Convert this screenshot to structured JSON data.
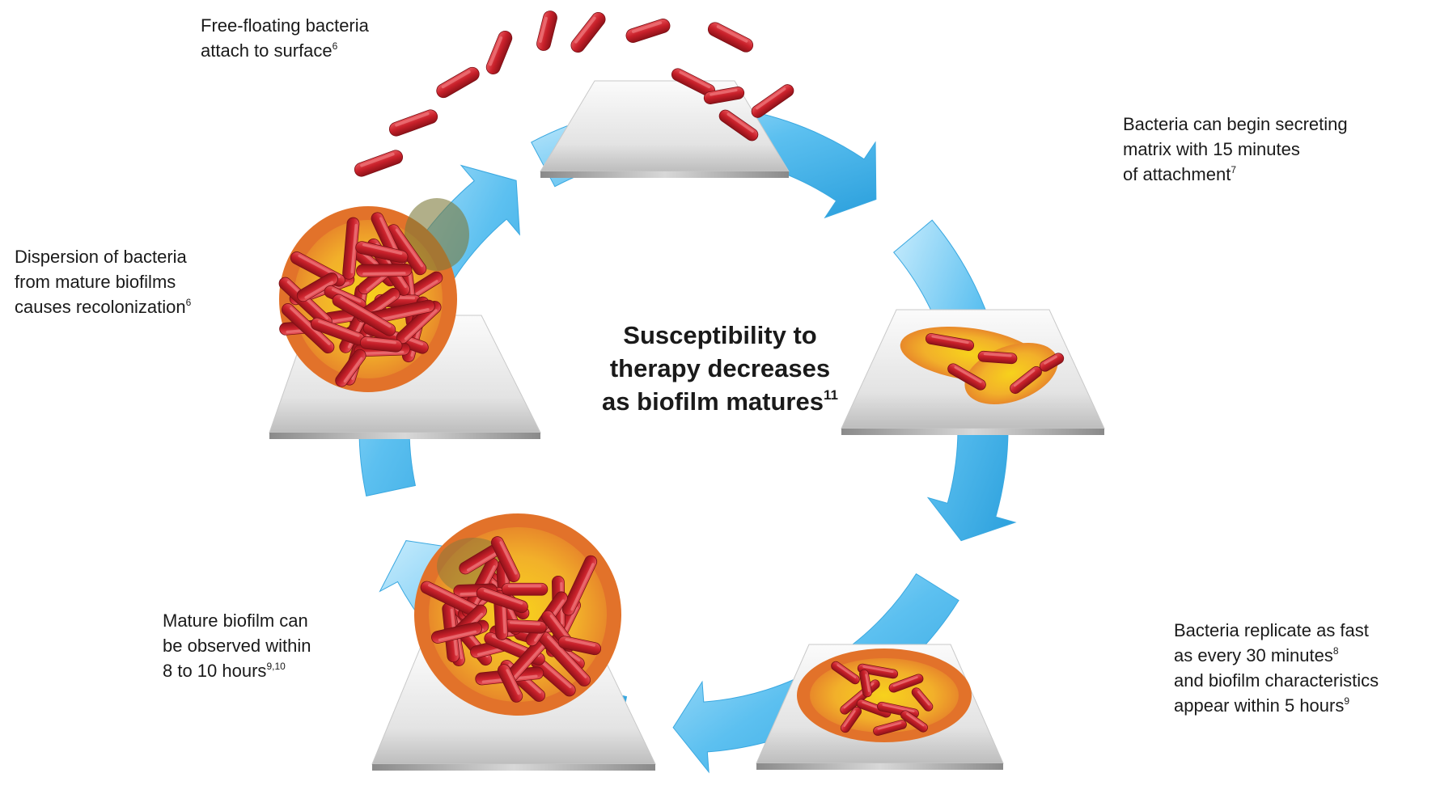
{
  "center": {
    "line1": "Susceptibility to",
    "line2": "therapy decreases",
    "line3": "as biofilm matures",
    "ref": "11"
  },
  "stages": {
    "attach": {
      "line1": "Free-floating bacteria",
      "line2": "attach to surface",
      "ref": "6"
    },
    "secrete": {
      "line1": "Bacteria can begin secreting",
      "line2": "matrix with 15 minutes",
      "line3": "of attachment",
      "ref": "7"
    },
    "replicate": {
      "line1": "Bacteria replicate as fast",
      "line2": "as every 30 minutes",
      "ref2": "8",
      "line3": "and biofilm characteristics",
      "line4": "appear within 5 hours",
      "ref4": "9"
    },
    "mature": {
      "line1": "Mature biofilm can",
      "line2": "be observed within",
      "line3": "8 to 10 hours",
      "ref": "9,10"
    },
    "dispersion": {
      "line1": "Dispersion of bacteria",
      "line2": "from mature biofilms",
      "line3": "causes recolonization",
      "ref": "6"
    }
  },
  "colors": {
    "arrow_light": "#bfe6fb",
    "arrow_mid": "#5cc0f0",
    "arrow_dark": "#2a9fdc",
    "bacteria": "#c8202a",
    "bacteria_highlight": "#e8545a",
    "matrix_outer": "#e98a2c",
    "matrix_inner": "#f7d21c",
    "platform_light": "#f4f4f4",
    "platform_dark": "#9a9a9a"
  }
}
